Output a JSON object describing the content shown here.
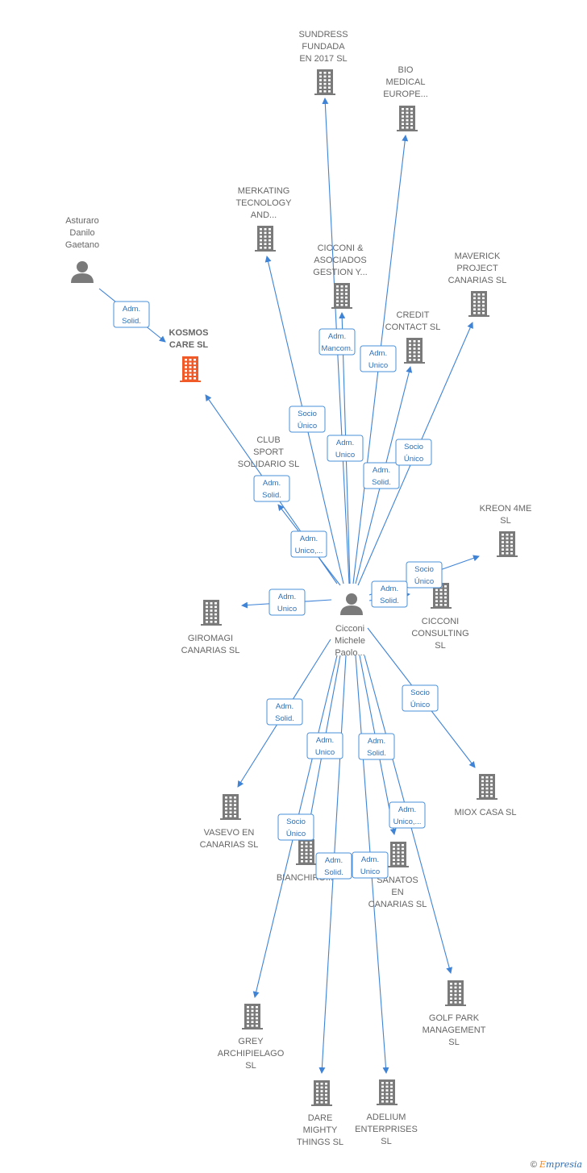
{
  "colors": {
    "edge": "#3f83d6",
    "building": "#7a7a7a",
    "focus_building": "#f05a28",
    "person": "#7a7a7a",
    "label": "#666666",
    "rel_text": "#2f6fb5"
  },
  "nodes": [
    {
      "id": "asturaro",
      "type": "person",
      "lines": [
        "Asturaro",
        "Danilo",
        "Gaetano"
      ]
    },
    {
      "id": "kosmos",
      "type": "company",
      "focus": true,
      "lines": [
        "KOSMOS",
        "CARE  SL"
      ]
    },
    {
      "id": "cicconi",
      "type": "person",
      "lines": [
        "Cicconi",
        "Michele",
        "Paolo..."
      ]
    },
    {
      "id": "sundress",
      "type": "company",
      "lines": [
        "SUNDRESS",
        "FUNDADA",
        "EN 2017  SL"
      ]
    },
    {
      "id": "bio",
      "type": "company",
      "lines": [
        "BIO",
        "MEDICAL",
        "EUROPE..."
      ]
    },
    {
      "id": "merkating",
      "type": "company",
      "lines": [
        "MERKATING",
        "TECNOLOGY",
        "AND..."
      ]
    },
    {
      "id": "cicconi_asoc",
      "type": "company",
      "lines": [
        "CICCONI &",
        "ASOCIADOS",
        "GESTION Y..."
      ]
    },
    {
      "id": "maverick",
      "type": "company",
      "lines": [
        "MAVERICK",
        "PROJECT",
        "CANARIAS  SL"
      ]
    },
    {
      "id": "credit",
      "type": "company",
      "lines": [
        "CREDIT",
        "CONTACT  SL"
      ]
    },
    {
      "id": "club",
      "type": "company",
      "lines": [
        "CLUB",
        "SPORT",
        "SOLIDARIO  SL"
      ]
    },
    {
      "id": "kreon",
      "type": "company",
      "lines": [
        "KREON 4ME",
        "SL"
      ]
    },
    {
      "id": "cicconi_cons",
      "type": "company",
      "lines": [
        "CICCONI",
        "CONSULTING",
        "SL"
      ]
    },
    {
      "id": "giromagi",
      "type": "company",
      "lines": [
        "GIROMAGI",
        "CANARIAS  SL"
      ]
    },
    {
      "id": "miox",
      "type": "company",
      "lines": [
        "MIOX CASA  SL"
      ]
    },
    {
      "id": "vasevo",
      "type": "company",
      "lines": [
        "VASEVO EN",
        "CANARIAS  SL"
      ]
    },
    {
      "id": "bianchiro",
      "type": "company",
      "lines": [
        "BIANCHIRO..."
      ]
    },
    {
      "id": "sanatos",
      "type": "company",
      "lines": [
        "SANATOS",
        "EN",
        "CANARIAS  SL"
      ]
    },
    {
      "id": "golf",
      "type": "company",
      "lines": [
        "GOLF PARK",
        "MANAGEMENT",
        "SL"
      ]
    },
    {
      "id": "grey",
      "type": "company",
      "lines": [
        "GREY",
        "ARCHIPIELAGO",
        "SL"
      ]
    },
    {
      "id": "dare",
      "type": "company",
      "lines": [
        "DARE",
        "MIGHTY",
        "THINGS  SL"
      ]
    },
    {
      "id": "adelium",
      "type": "company",
      "lines": [
        "ADELIUM",
        "ENTERPRISES",
        "SL"
      ]
    }
  ],
  "relations": [
    {
      "from": "asturaro",
      "to": "kosmos",
      "lines": [
        "Adm.",
        "Solid."
      ]
    },
    {
      "from": "cicconi",
      "to": "kosmos",
      "lines": [
        "Adm.",
        "Solid."
      ]
    },
    {
      "from": "cicconi",
      "to": "club",
      "lines": [
        "Adm.",
        "Unico,..."
      ]
    },
    {
      "from": "cicconi",
      "to": "merkating",
      "lines": [
        "Socio",
        "Único"
      ]
    },
    {
      "from": "cicconi",
      "to": "sundress",
      "lines": [
        "Adm.",
        "Mancom."
      ]
    },
    {
      "from": "cicconi",
      "to": "cicconi_asoc",
      "lines": [
        "Adm.",
        "Unico"
      ]
    },
    {
      "from": "cicconi",
      "to": "bio",
      "lines": [
        "Adm.",
        "Unico"
      ]
    },
    {
      "from": "cicconi",
      "to": "credit",
      "lines": [
        "Adm.",
        "Solid."
      ]
    },
    {
      "from": "cicconi",
      "to": "maverick",
      "lines": [
        "Socio",
        "Único"
      ]
    },
    {
      "from": "cicconi",
      "to": "kreon",
      "lines": [
        "Socio",
        "Único"
      ]
    },
    {
      "from": "cicconi",
      "to": "cicconi_cons",
      "lines": [
        "Adm.",
        "Solid."
      ]
    },
    {
      "from": "cicconi",
      "to": "giromagi",
      "lines": [
        "Adm.",
        "Unico"
      ]
    },
    {
      "from": "cicconi",
      "to": "miox",
      "lines": [
        "Socio",
        "Único"
      ]
    },
    {
      "from": "cicconi",
      "to": "vasevo",
      "lines": [
        "Adm.",
        "Solid."
      ]
    },
    {
      "from": "cicconi",
      "to": "bianchiro",
      "lines": [
        "Adm.",
        "Unico"
      ]
    },
    {
      "from": "cicconi",
      "to": "sanatos",
      "lines": [
        "Adm.",
        "Solid."
      ]
    },
    {
      "from": "cicconi",
      "to": "golf",
      "lines": [
        "Adm.",
        "Unico,..."
      ]
    },
    {
      "from": "cicconi",
      "to": "grey",
      "lines": [
        "Socio",
        "Único"
      ]
    },
    {
      "from": "cicconi",
      "to": "dare",
      "lines": [
        "Adm.",
        "Solid."
      ]
    },
    {
      "from": "cicconi",
      "to": "adelium",
      "lines": [
        "Adm.",
        "Unico"
      ]
    }
  ],
  "footer": {
    "copyright": "©",
    "brand_initial": "E",
    "brand_rest": "mpresia"
  }
}
